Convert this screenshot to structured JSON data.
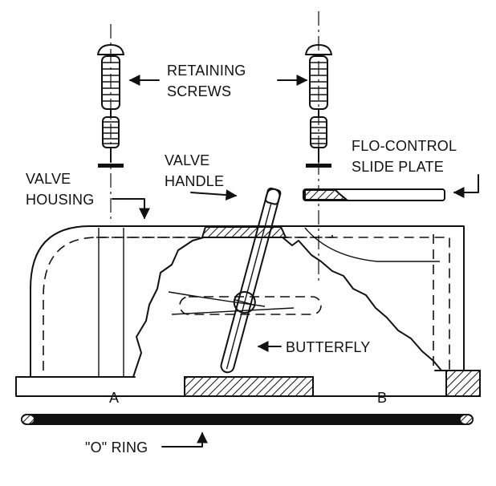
{
  "diagram": {
    "labels": {
      "retaining_screws_line1": "RETAINING",
      "retaining_screws_line2": "SCREWS",
      "valve_handle_line1": "VALVE",
      "valve_handle_line2": "HANDLE",
      "valve_housing_line1": "VALVE",
      "valve_housing_line2": "HOUSING",
      "flo_control_line1": "FLO-CONTROL",
      "flo_control_line2": "SLIDE PLATE",
      "butterfly": "BUTTERFLY",
      "o_ring": "\"O\" RING",
      "point_a": "A",
      "point_b": "B"
    }
  }
}
